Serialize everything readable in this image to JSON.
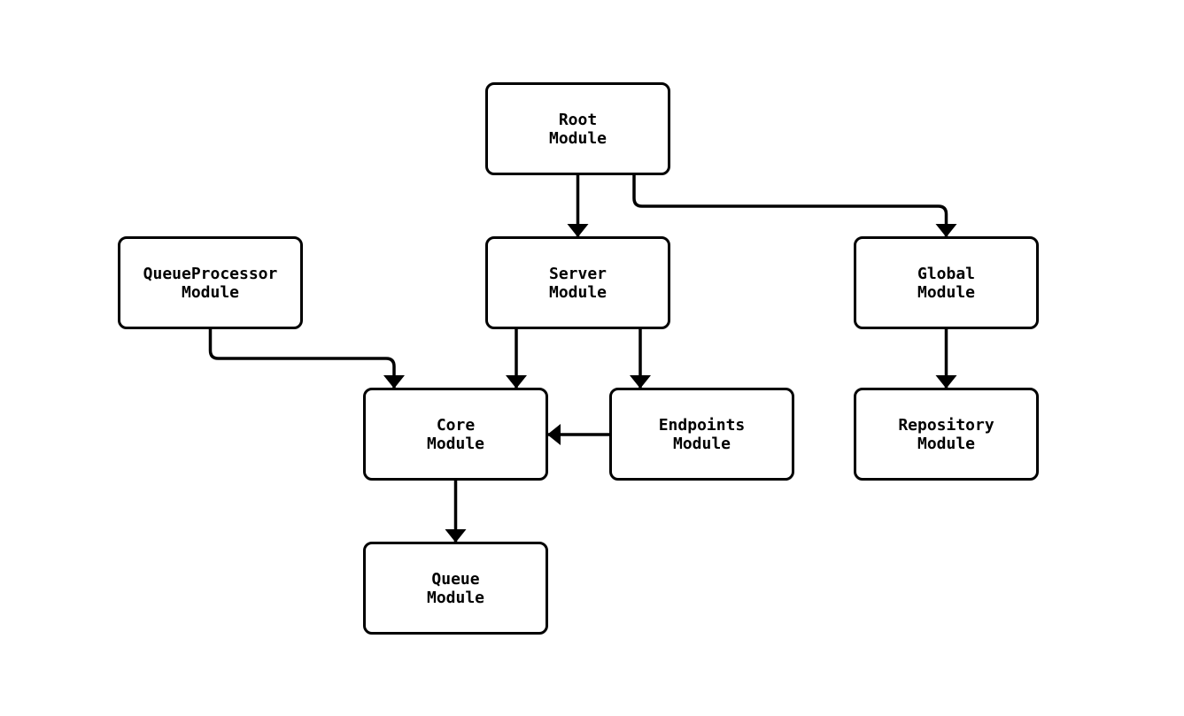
{
  "diagram": {
    "background_color": "#ffffff",
    "stroke_color": "#000000",
    "node_fill_color": "#ffffff",
    "text_color": "#000000",
    "nodes": {
      "root": {
        "line1": "Root",
        "line2": "Module"
      },
      "queueprocessor": {
        "line1": "QueueProcessor",
        "line2": "Module"
      },
      "server": {
        "line1": "Server",
        "line2": "Module"
      },
      "global": {
        "line1": "Global",
        "line2": "Module"
      },
      "core": {
        "line1": "Core",
        "line2": "Module"
      },
      "endpoints": {
        "line1": "Endpoints",
        "line2": "Module"
      },
      "repository": {
        "line1": "Repository",
        "line2": "Module"
      },
      "queue": {
        "line1": "Queue",
        "line2": "Module"
      }
    },
    "edges": [
      {
        "from": "root",
        "to": "server"
      },
      {
        "from": "root",
        "to": "global"
      },
      {
        "from": "queueprocessor",
        "to": "core"
      },
      {
        "from": "server",
        "to": "core"
      },
      {
        "from": "server",
        "to": "endpoints"
      },
      {
        "from": "endpoints",
        "to": "core"
      },
      {
        "from": "global",
        "to": "repository"
      },
      {
        "from": "core",
        "to": "queue"
      }
    ]
  }
}
